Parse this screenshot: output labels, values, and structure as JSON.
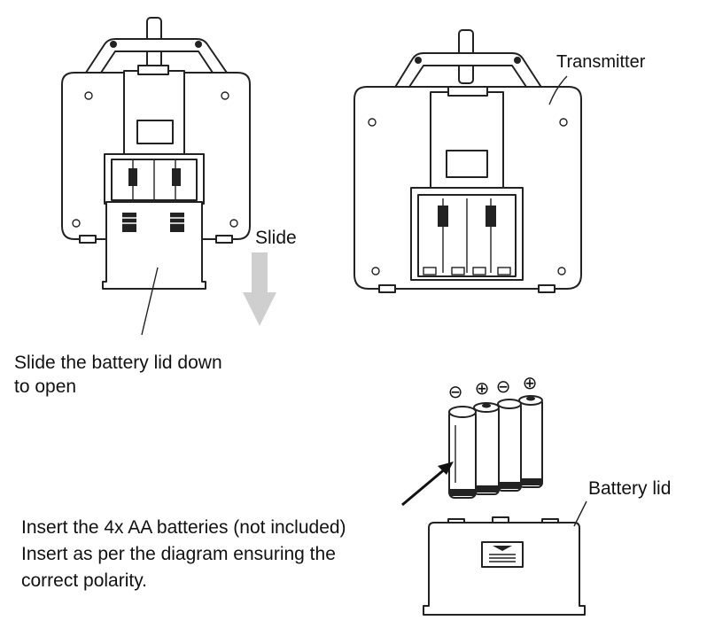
{
  "labels": {
    "slide": "Slide",
    "transmitter": "Transmitter",
    "battery_lid": "Battery lid",
    "instruction_left_line1": "Slide the battery lid down",
    "instruction_left_line2": "to open",
    "instruction_bottom_line1": "Insert the 4x AA batteries (not included)",
    "instruction_bottom_line2": "Insert as per the diagram ensuring the",
    "instruction_bottom_line3": "correct polarity."
  },
  "polarity_symbols": [
    "⊖",
    "⊕",
    "⊖",
    "⊕"
  ],
  "colors": {
    "line": "#222222",
    "arrow_gray": "#cfcfcf",
    "text": "#111111"
  }
}
